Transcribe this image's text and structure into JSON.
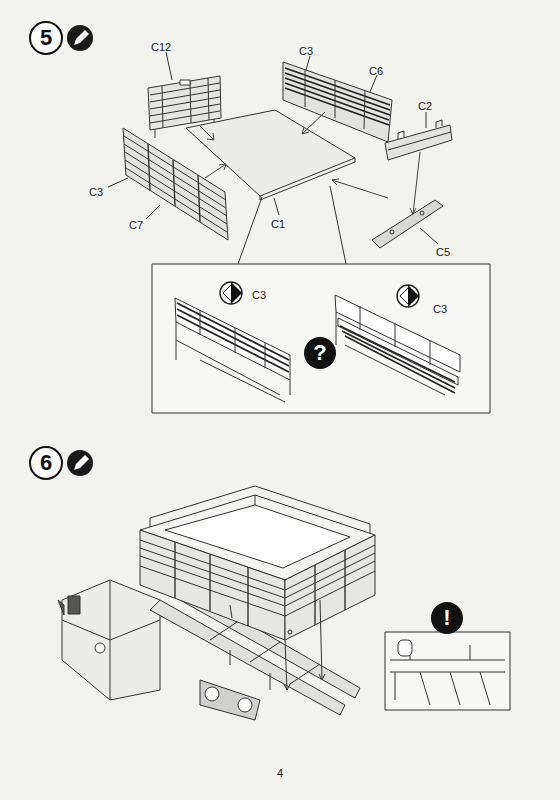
{
  "diagram": {
    "nodes": [
      {
        "text": [
          "5"
        ]
      },
      {
        "text": [
          "?"
        ]
      },
      {
        "text": [
          "6"
        ]
      },
      {
        "text": [
          "!"
        ]
      }
    ],
    "labels": [
      "C12",
      "C3",
      "C6",
      "C2",
      "C3",
      "C7",
      "C1",
      "C5",
      "C3",
      "C3",
      "4"
    ]
  }
}
